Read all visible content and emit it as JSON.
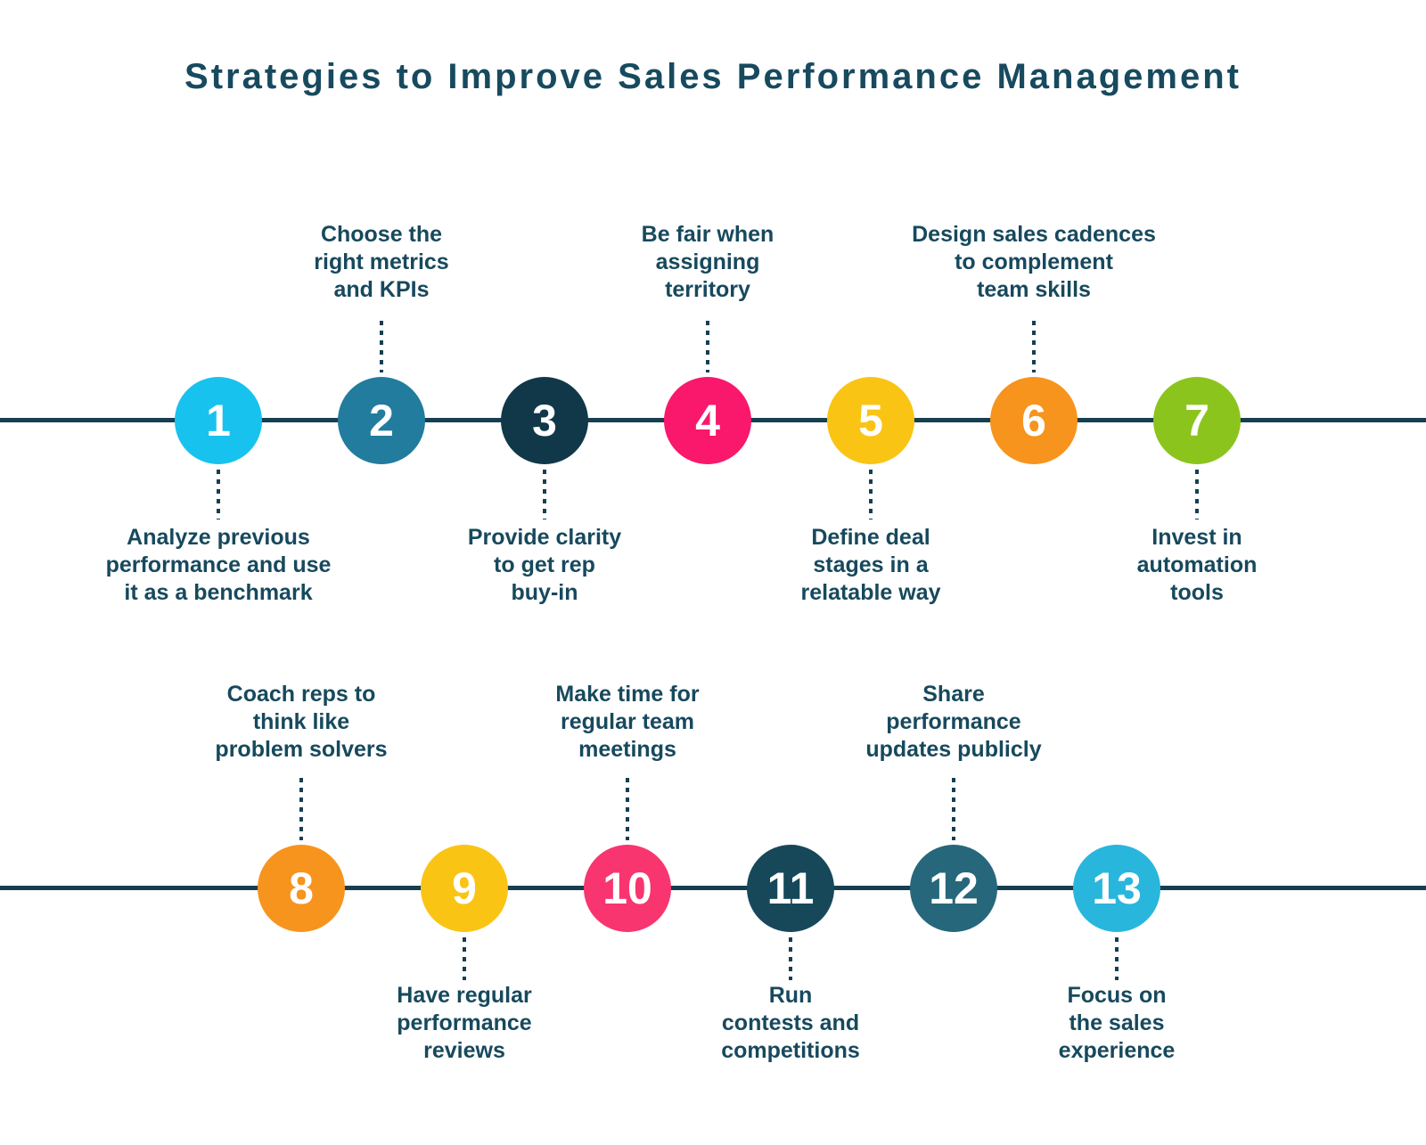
{
  "title": "Strategies to Improve Sales Performance Management",
  "palette": {
    "text": "#17495D",
    "line": "#163F51",
    "background": "#FFFFFF"
  },
  "row1": {
    "items": [
      {
        "number": "1",
        "color": "#18C2EF",
        "label_position": "below",
        "label": "Analyze previous\nperformance and use\nit as a benchmark"
      },
      {
        "number": "2",
        "color": "#217C9D",
        "label_position": "above",
        "label": "Choose the\nright metrics\nand KPIs"
      },
      {
        "number": "3",
        "color": "#103849",
        "label_position": "below",
        "label": "Provide clarity\nto get rep\nbuy-in"
      },
      {
        "number": "4",
        "color": "#F9186B",
        "label_position": "above",
        "label": "Be fair when\nassigning\nterritory"
      },
      {
        "number": "5",
        "color": "#FAC415",
        "label_position": "below",
        "label": "Define deal\nstages in a\nrelatable way"
      },
      {
        "number": "6",
        "color": "#F7941E",
        "label_position": "above",
        "label": "Design sales cadences\nto complement\nteam skills"
      },
      {
        "number": "7",
        "color": "#8CC41E",
        "label_position": "below",
        "label": "Invest in\nautomation\ntools"
      }
    ]
  },
  "row2": {
    "items": [
      {
        "number": "8",
        "color": "#F7941E",
        "label_position": "above",
        "label": "Coach reps to\nthink like\nproblem solvers"
      },
      {
        "number": "9",
        "color": "#FAC415",
        "label_position": "below",
        "label": "Have regular\nperformance\nreviews"
      },
      {
        "number": "10",
        "color": "#F8356F",
        "label_position": "above",
        "label": "Make time for\nregular team\nmeetings"
      },
      {
        "number": "11",
        "color": "#17485A",
        "label_position": "below",
        "label": "Run\ncontests and\ncompetitions"
      },
      {
        "number": "12",
        "color": "#27677B",
        "label_position": "above",
        "label": "Share\nperformance\nupdates publicly"
      },
      {
        "number": "13",
        "color": "#28B6DC",
        "label_position": "below",
        "label": "Focus on\nthe sales\nexperience"
      }
    ]
  }
}
